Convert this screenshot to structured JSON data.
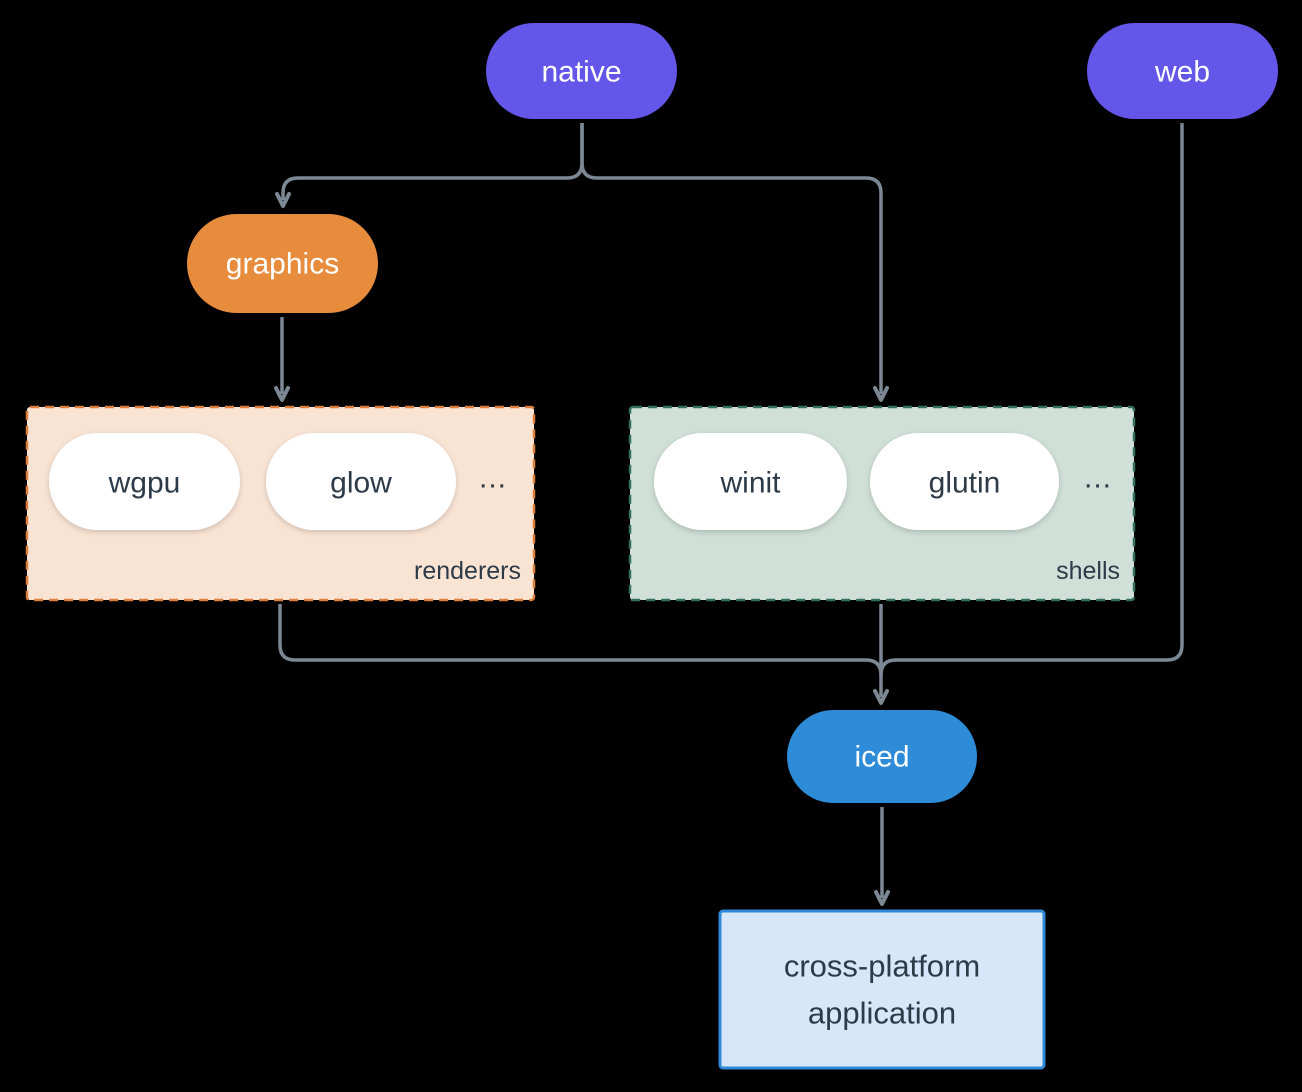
{
  "diagram": {
    "background": "#000000",
    "edges": {
      "color": "#7C8894",
      "connections": [
        {
          "from": "native",
          "to": "graphics"
        },
        {
          "from": "native",
          "to": "shells"
        },
        {
          "from": "graphics",
          "to": "renderers"
        },
        {
          "from": "renderers",
          "to": "iced"
        },
        {
          "from": "shells",
          "to": "iced"
        },
        {
          "from": "web",
          "to": "iced"
        },
        {
          "from": "iced",
          "to": "application"
        }
      ]
    },
    "nodes": {
      "native": {
        "label": "native",
        "fill": "#6456E8",
        "text_color": "#FFFFFF"
      },
      "web": {
        "label": "web",
        "fill": "#6456E8",
        "text_color": "#FFFFFF"
      },
      "graphics": {
        "label": "graphics",
        "fill": "#E78B3E",
        "text_color": "#FFFFFF"
      },
      "iced": {
        "label": "iced",
        "fill": "#2E8BD8",
        "text_color": "#FFFFFF"
      },
      "application": {
        "label_line1": "cross-platform",
        "label_line2": "application",
        "fill": "#D5E7F8",
        "border": "#2F88D8",
        "text_color": "#2D3A48"
      }
    },
    "groups": {
      "renderers": {
        "label": "renderers",
        "fill": "#F9E4D4",
        "border": "#DD7E3C",
        "item_fill": "#FFFFFF",
        "text_color": "#2D3A48",
        "items": [
          {
            "label": "wgpu"
          },
          {
            "label": "glow"
          }
        ],
        "ellipsis": "..."
      },
      "shells": {
        "label": "shells",
        "fill": "#D0E0D8",
        "border": "#35705F",
        "item_fill": "#FFFFFF",
        "text_color": "#2D3A48",
        "items": [
          {
            "label": "winit"
          },
          {
            "label": "glutin"
          }
        ],
        "ellipsis": "..."
      }
    }
  }
}
